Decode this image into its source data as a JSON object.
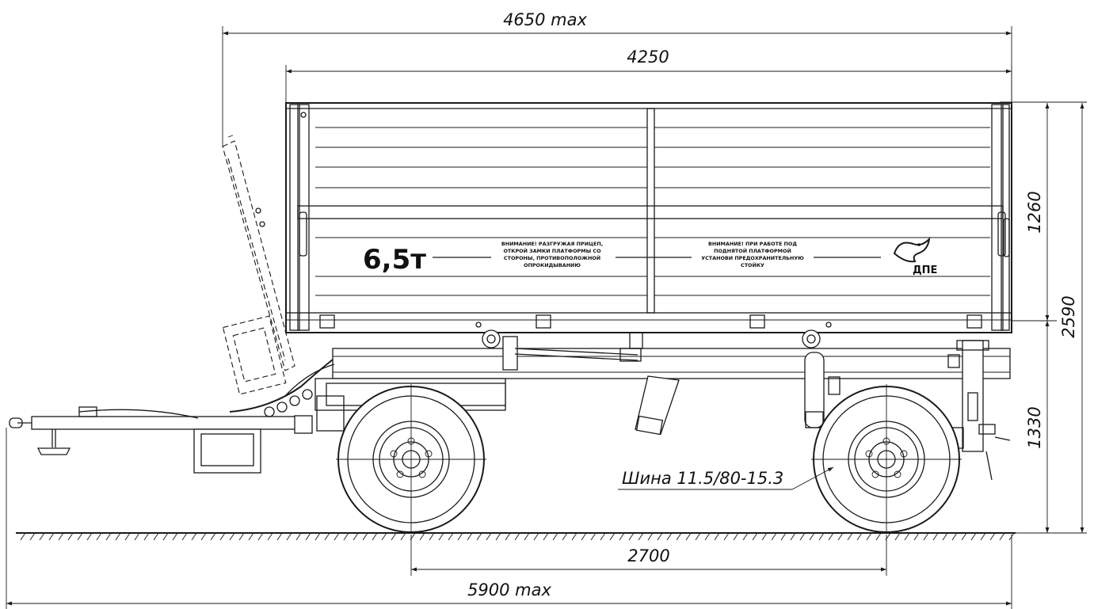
{
  "dimensions": {
    "overall_length_top": "4650 max",
    "platform_length": "4250",
    "side_height": "1260",
    "total_height": "2590",
    "platform_floor_height": "1330",
    "wheelbase": "2700",
    "overall_length_bottom": "5900 max"
  },
  "tire_callout": "Шина 11.5/80-15.3",
  "side_panel": {
    "load_capacity": "6,5т",
    "warning_left": [
      "ВНИМАНИЕ! РАЗГРУЖАЯ ПРИЦЕП,",
      "ОТКРОЙ ЗАМКИ ПЛАТФОРМЫ СО",
      "СТОРОНЫ, ПРОТИВОПОЛОЖНОЙ",
      "ОПРОКИДЫВАНИЮ"
    ],
    "warning_right": [
      "ВНИМАНИЕ! ПРИ РАБОТЕ ПОД",
      "ПОДНЯТОЙ ПЛАТФОРМОЙ",
      "УСТАНОВИ ПРЕДОХРАНИТЕЛЬНУЮ",
      "СТОЙКУ"
    ],
    "logo_text": "ДПЕ"
  },
  "icons": [
    "front-wheel-icon",
    "rear-wheel-icon",
    "brand-logo-icon"
  ]
}
